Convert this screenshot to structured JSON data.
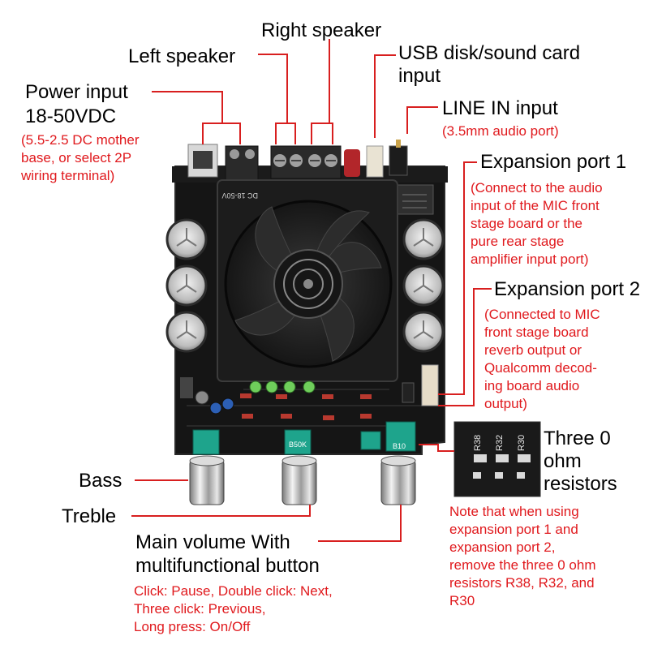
{
  "labels": {
    "right_speaker": "Right speaker",
    "left_speaker": "Left speaker",
    "usb_line1": "USB disk/sound card",
    "usb_line2": "input",
    "power_line1": "Power input",
    "power_line2": "18-50VDC",
    "power_note": [
      "(5.5-2.5 DC mother",
      "base, or select 2P",
      "wiring terminal)"
    ],
    "line_in": "LINE IN input",
    "line_in_note": "(3.5mm audio port)",
    "exp1_title": "Expansion port 1",
    "exp1_note": [
      "(Connect to the audio",
      "input of the MIC front",
      "stage board or the",
      "pure rear stage",
      "amplifier input port)"
    ],
    "exp2_title": "Expansion port 2",
    "exp2_note": [
      "(Connected to MIC",
      "front stage board",
      "reverb output or",
      "Qualcomm decod-",
      "ing board audio",
      "output)"
    ],
    "resistors": [
      "Three 0",
      "ohm",
      "resistors"
    ],
    "resistors_note": [
      "Note that when using",
      "expansion port 1 and",
      "expansion port 2,",
      "remove the three 0 ohm",
      "resistors R38, R32, and",
      "R30"
    ],
    "bass": "Bass",
    "treble": "Treble",
    "main_volume": [
      "Main volume With",
      "multifunctional button"
    ],
    "button_note": [
      "Click: Pause, Double click: Next,",
      "Three click: Previous,",
      "Long press: On/Off"
    ]
  },
  "board_markings": {
    "voltage_print": "DC 18-50V",
    "knob_labels": [
      "B50K",
      "B10"
    ],
    "zoom_resistors": [
      "R38",
      "R32",
      "R30"
    ]
  },
  "colors": {
    "callout_red": "#e0191d",
    "pcb": "#141414",
    "knob_base": "#1ea48c"
  }
}
